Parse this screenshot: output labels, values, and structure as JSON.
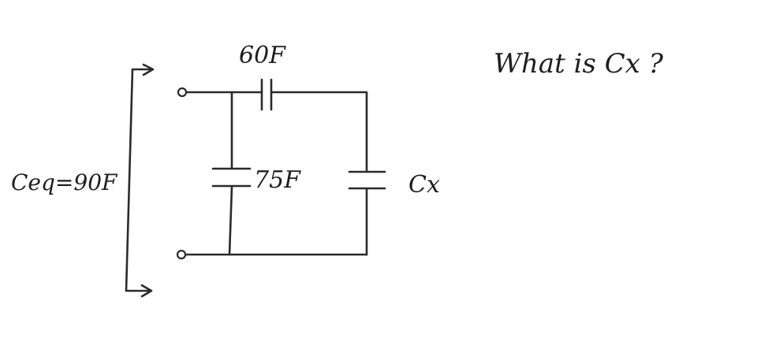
{
  "question": "What is Cx ?",
  "equivalent_capacitance": {
    "text": "Ceq=90F",
    "value": 90,
    "unit": "F"
  },
  "capacitors": [
    {
      "id": "series",
      "label": "60F",
      "value": 60,
      "unit": "F"
    },
    {
      "id": "middle",
      "label": "75F",
      "value": 75,
      "unit": "F"
    },
    {
      "id": "unknown",
      "label": "Cx",
      "value": null,
      "unit": "F"
    }
  ],
  "colors": {
    "ink": "#2a2a2a",
    "background": "#ffffff"
  }
}
